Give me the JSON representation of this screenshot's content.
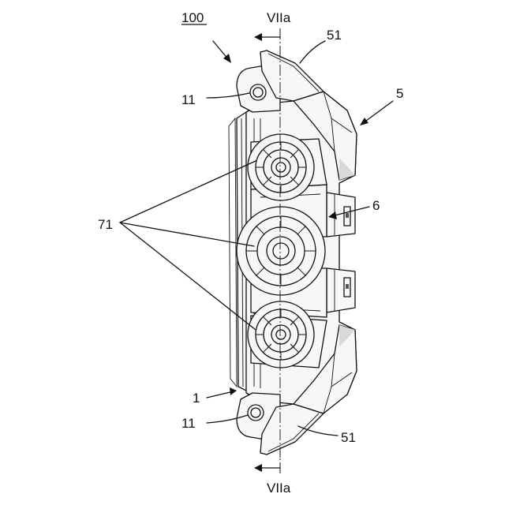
{
  "labels": {
    "assembly": "100",
    "section_top": "VIIa",
    "section_bottom": "VIIa",
    "part_51_top": "51",
    "part_51_bottom": "51",
    "part_5": "5",
    "part_6": "6",
    "part_11_top": "11",
    "part_11_bottom": "11",
    "part_71": "71",
    "part_1": "1"
  }
}
